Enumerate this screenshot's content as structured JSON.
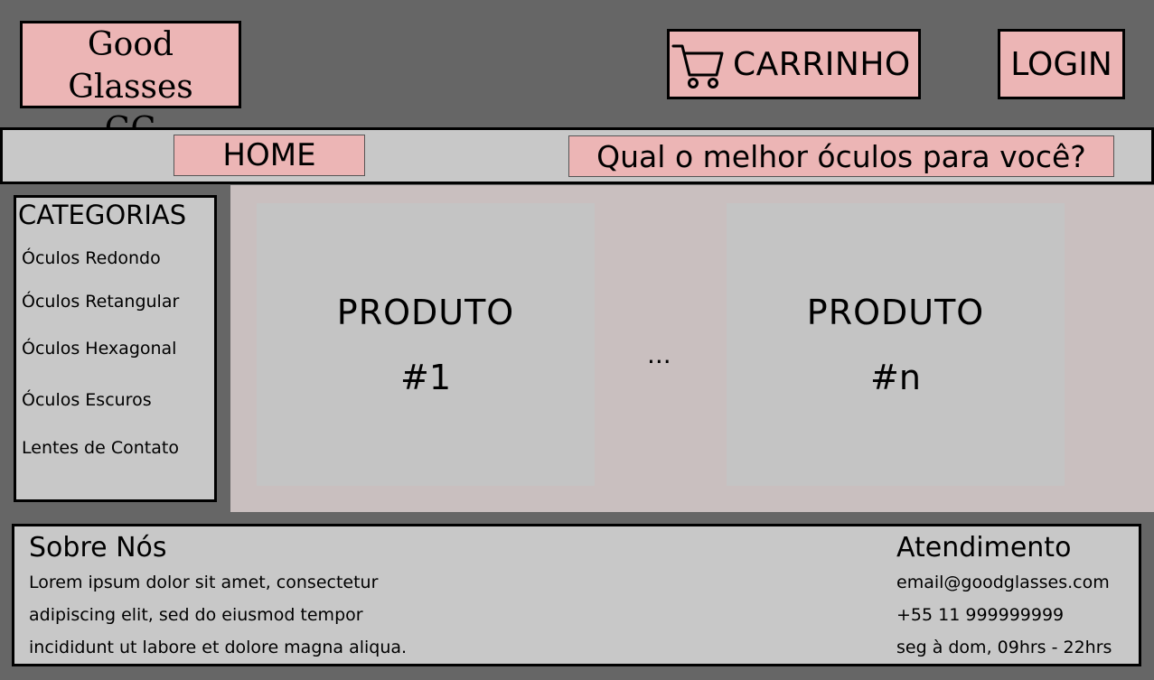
{
  "header": {
    "logo_line1": "Good Glasses",
    "logo_line2": "GG",
    "cart_label": "CARRINHO",
    "login_label": "LOGIN"
  },
  "nav": {
    "home_label": "HOME",
    "question": "Qual o melhor óculos para você?"
  },
  "sidebar": {
    "title": "CATEGORIAS",
    "items": [
      {
        "label": "Óculos Redondo"
      },
      {
        "label": "Óculos Retangular"
      },
      {
        "label": "Óculos Hexagonal"
      },
      {
        "label": "Óculos Escuros"
      },
      {
        "label": "Lentes de Contato"
      }
    ]
  },
  "products": [
    {
      "name": "PRODUTO",
      "number": "#1"
    },
    {
      "name": "PRODUTO",
      "number": "#n"
    }
  ],
  "ellipsis": "...",
  "footer": {
    "about": {
      "heading": "Sobre Nós",
      "lines": [
        "Lorem ipsum dolor sit amet, consectetur",
        "adipiscing elit, sed do eiusmod tempor",
        "incididunt ut labore et dolore magna aliqua."
      ]
    },
    "support": {
      "heading": "Atendimento",
      "email": "email@goodglasses.com",
      "phone": "+55 11 999999999",
      "hours": "seg à dom, 09hrs - 22hrs"
    }
  },
  "colors": {
    "background": "#666666",
    "accent_pink": "#ecb5b5",
    "panel_gray": "#c8c8c8",
    "content_area": "#c9bfbf",
    "card_gray": "#c4c4c4"
  }
}
